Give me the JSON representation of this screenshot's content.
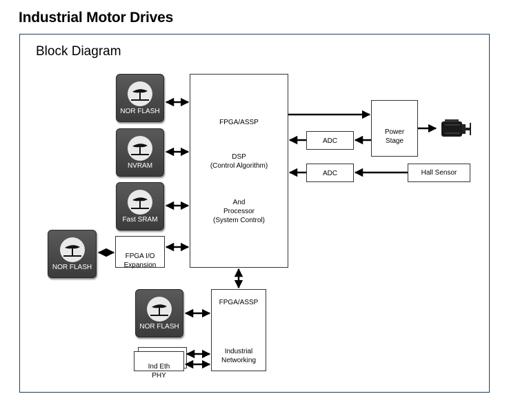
{
  "page_title": "Industrial Motor Drives",
  "diagram_title": "Block Diagram",
  "chips": {
    "nor_flash_1": "NOR FLASH",
    "nvram": "NVRAM",
    "fast_sram": "Fast SRAM",
    "nor_flash_2": "NOR FLASH",
    "nor_flash_3": "NOR FLASH"
  },
  "blocks": {
    "fpga_io": "FPGA I/O\nExpansion",
    "main_fpga": "FPGA/ASSP",
    "dsp": "DSP\n(Control Algorithm)",
    "processor": "And\nProcessor\n(System Control)",
    "power_stage": "Power\nStage",
    "adc_1": "ADC",
    "adc_2": "ADC",
    "hall_sensor": "Hall Sensor",
    "net_fpga": "FPGA/ASSP",
    "industrial_networking": "Industrial\nNetworking",
    "ind_eth_phy": "Ind Eth\nPHY"
  },
  "colors": {
    "frame": "#1f3a5a",
    "chip": "#4a4a4a",
    "line": "#000000"
  }
}
